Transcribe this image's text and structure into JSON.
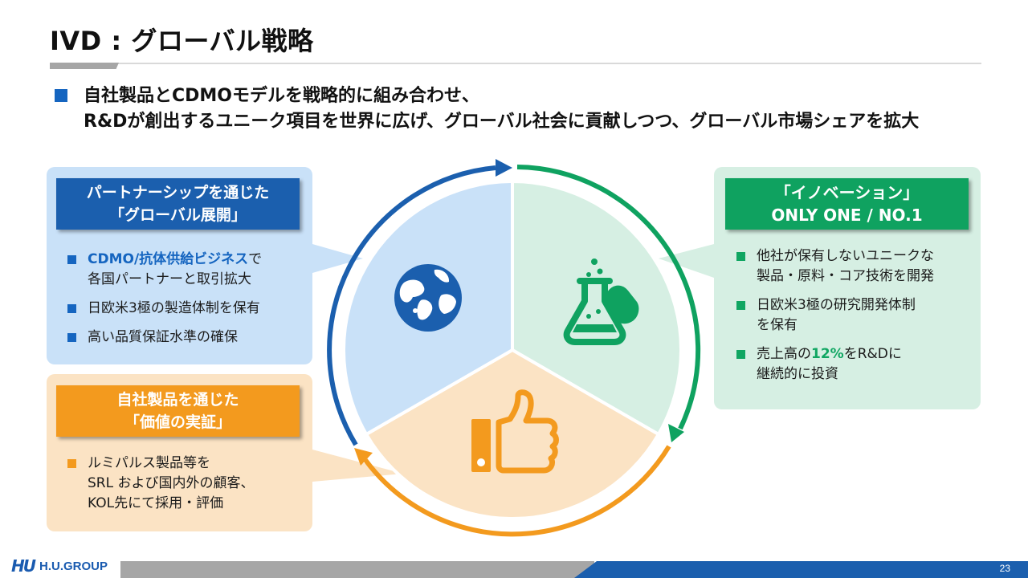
{
  "title": "IVD : グローバル戦略",
  "lead": {
    "line1": "自社製品とCDMOモデルを戦略的に組み合わせ、",
    "line2": "R&Dが創出するユニーク項目を世界に広げ、グローバル社会に貢献しつつ、グローバル市場シェアを拡大"
  },
  "global": {
    "header_line1": "パートナーシップを通じた",
    "header_line2": "「グローバル展開」",
    "item1_highlight": "CDMO/抗体供給ビジネス",
    "item1_rest_a": "で",
    "item1_rest_b": "各国パートナーと取引拡大",
    "item2": "日欧米3極の製造体制を保有",
    "item3": "高い品質保証水準の確保"
  },
  "value": {
    "header_line1": "自社製品を通じた",
    "header_line2": "「価値の実証」",
    "item1_a": "ルミパルス製品等を",
    "item1_b": "SRL および国内外の顧客、",
    "item1_c": "KOL先にて採用・評価"
  },
  "innovation": {
    "header_line1": "「イノベーション」",
    "header_line2": "ONLY ONE / NO.1",
    "item1_a": "他社が保有しないユニークな",
    "item1_b": "製品・原料・コア技術を開発",
    "item2_a": "日欧米3極の研究開発体制",
    "item2_b": "を保有",
    "item3_pre": "売上高の",
    "item3_highlight": "12%",
    "item3_post": "をR&Dに",
    "item3_b": "継続的に投資"
  },
  "icons": {
    "global": "globe-icon",
    "innovation": "flask-icon",
    "value": "thumbs-up-icon"
  },
  "colors": {
    "blue": "#1b5fae",
    "green": "#0fa260",
    "orange": "#f39a1e"
  },
  "footer": {
    "logo_mark": "HU",
    "logo_text": "H.U.GROUP",
    "page_number": "23"
  }
}
